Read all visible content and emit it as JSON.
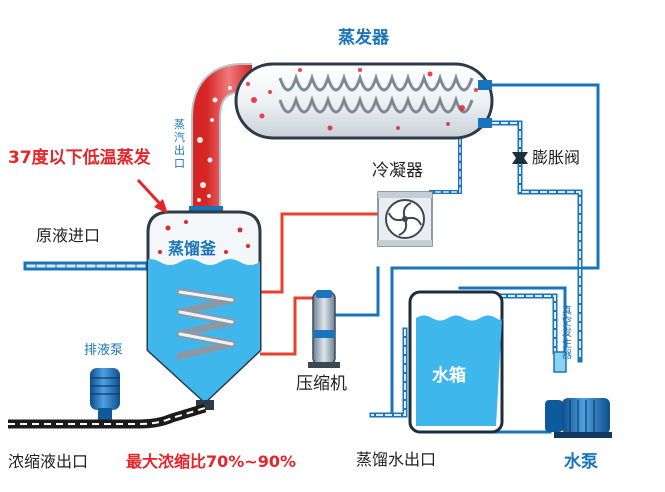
{
  "labels": {
    "evaporator": "蒸发器",
    "steam_outlet": "蒸汽出口",
    "condenser": "冷凝器",
    "expansion_valve": "膨胀阀",
    "low_temp_note": "37度以下低温蒸发",
    "raw_inlet": "原液进口",
    "distill_kettle": "蒸馏釜",
    "compressor": "压缩机",
    "water_tank": "水箱",
    "vacuum_generator": "真空发生器",
    "drain_pump": "排液泵",
    "concentrate_outlet": "浓缩液出口",
    "max_ratio": "最大浓缩比70%~90%",
    "distilled_outlet": "蒸馏水出口",
    "water_pump": "水泵"
  },
  "colors": {
    "pipe_blue": "#1a74bb",
    "pipe_red": "#e8412c",
    "water": "#3fb6ec",
    "label_red": "#e6252b"
  }
}
